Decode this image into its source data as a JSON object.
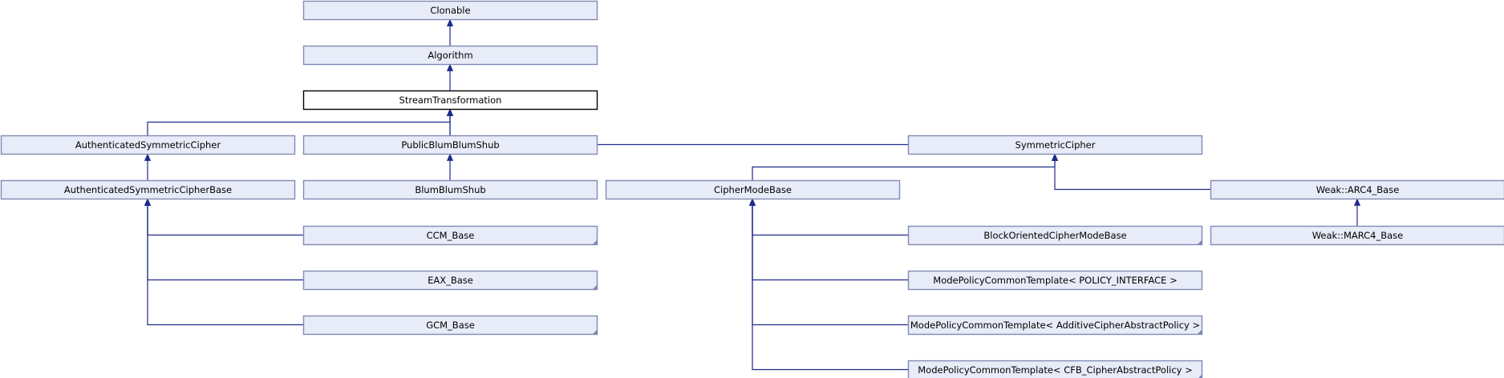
{
  "colors": {
    "node_fill": "#e8ecf8",
    "current_fill": "#ffffff",
    "edge": "#1e2a8c"
  },
  "nodes": [
    {
      "id": "clonable",
      "label": "Clonable"
    },
    {
      "id": "algorithm",
      "label": "Algorithm"
    },
    {
      "id": "stream-transformation",
      "label": "StreamTransformation",
      "current": true
    },
    {
      "id": "authenticated-symmetric-cipher",
      "label": "AuthenticatedSymmetricCipher"
    },
    {
      "id": "public-blum-blum-shub",
      "label": "PublicBlumBlumShub"
    },
    {
      "id": "symmetric-cipher",
      "label": "SymmetricCipher"
    },
    {
      "id": "authenticated-symmetric-cipher-base",
      "label": "AuthenticatedSymmetricCipherBase"
    },
    {
      "id": "blum-blum-shub",
      "label": "BlumBlumShub"
    },
    {
      "id": "cipher-mode-base",
      "label": "CipherModeBase"
    },
    {
      "id": "weak-arc4-base",
      "label": "Weak::ARC4_Base"
    },
    {
      "id": "ccm-base",
      "label": "CCM_Base",
      "truncated": true
    },
    {
      "id": "block-oriented-cipher-mode-base",
      "label": "BlockOrientedCipherModeBase",
      "truncated": true
    },
    {
      "id": "weak-marc4-base",
      "label": "Weak::MARC4_Base"
    },
    {
      "id": "eax-base",
      "label": "EAX_Base",
      "truncated": true
    },
    {
      "id": "mode-policy-policy-interface",
      "label": "ModePolicyCommonTemplate< POLICY_INTERFACE >"
    },
    {
      "id": "gcm-base",
      "label": "GCM_Base",
      "truncated": true
    },
    {
      "id": "mode-policy-additive",
      "label": "ModePolicyCommonTemplate< AdditiveCipherAbstractPolicy >",
      "truncated": true
    },
    {
      "id": "mode-policy-cfb",
      "label": "ModePolicyCommonTemplate< CFB_CipherAbstractPolicy >",
      "truncated": true
    }
  ],
  "edges": [
    {
      "from": "algorithm",
      "to": "clonable"
    },
    {
      "from": "stream-transformation",
      "to": "algorithm"
    },
    {
      "from": "authenticated-symmetric-cipher",
      "to": "stream-transformation"
    },
    {
      "from": "public-blum-blum-shub",
      "to": "stream-transformation"
    },
    {
      "from": "symmetric-cipher",
      "to": "stream-transformation"
    },
    {
      "from": "authenticated-symmetric-cipher-base",
      "to": "authenticated-symmetric-cipher"
    },
    {
      "from": "blum-blum-shub",
      "to": "public-blum-blum-shub"
    },
    {
      "from": "cipher-mode-base",
      "to": "symmetric-cipher"
    },
    {
      "from": "weak-arc4-base",
      "to": "symmetric-cipher"
    },
    {
      "from": "ccm-base",
      "to": "authenticated-symmetric-cipher-base"
    },
    {
      "from": "eax-base",
      "to": "authenticated-symmetric-cipher-base"
    },
    {
      "from": "gcm-base",
      "to": "authenticated-symmetric-cipher-base"
    },
    {
      "from": "block-oriented-cipher-mode-base",
      "to": "cipher-mode-base"
    },
    {
      "from": "mode-policy-policy-interface",
      "to": "cipher-mode-base"
    },
    {
      "from": "mode-policy-additive",
      "to": "cipher-mode-base"
    },
    {
      "from": "mode-policy-cfb",
      "to": "cipher-mode-base"
    },
    {
      "from": "weak-marc4-base",
      "to": "weak-arc4-base"
    }
  ]
}
